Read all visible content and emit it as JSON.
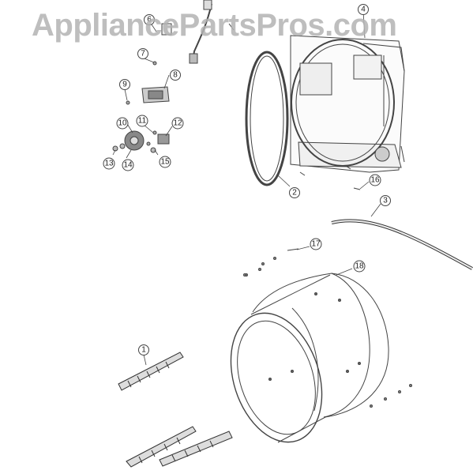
{
  "watermark": "AppliancePartsPros.com",
  "callouts": [
    "1",
    "2",
    "3",
    "4",
    "6",
    "7",
    "8",
    "9",
    "10",
    "11",
    "12",
    "13",
    "14",
    "15",
    "16",
    "17",
    "18"
  ],
  "colors": {
    "line": "#444444",
    "watermark": "#b3b3b3",
    "background": "#ffffff"
  }
}
